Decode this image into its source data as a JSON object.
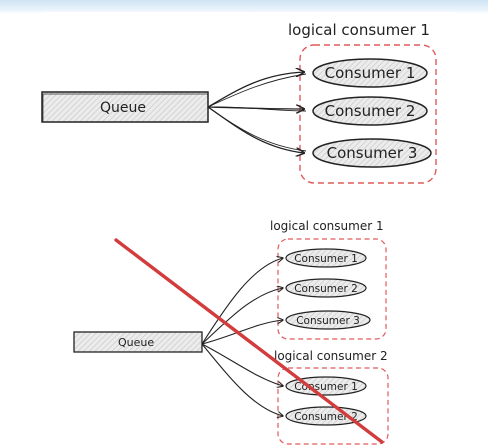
{
  "top_diagram": {
    "group_title": "logical consumer 1",
    "queue_label": "Queue",
    "consumers": [
      "Consumer 1",
      "Consumer 2",
      "Consumer 3"
    ]
  },
  "bottom_diagram": {
    "queue_label": "Queue",
    "groups": [
      {
        "title": "logical consumer 1",
        "consumers": [
          "Consumer 1",
          "Consumer 2",
          "Consumer 3"
        ]
      },
      {
        "title": "logical consumer 2",
        "consumers": [
          "Consumer 1",
          "Consumer 2"
        ]
      }
    ]
  },
  "colors": {
    "group_border": "#e05a5a",
    "strike_line": "#d23c3c",
    "ink": "#222222",
    "hatch_fill": "#e6e6e6"
  }
}
